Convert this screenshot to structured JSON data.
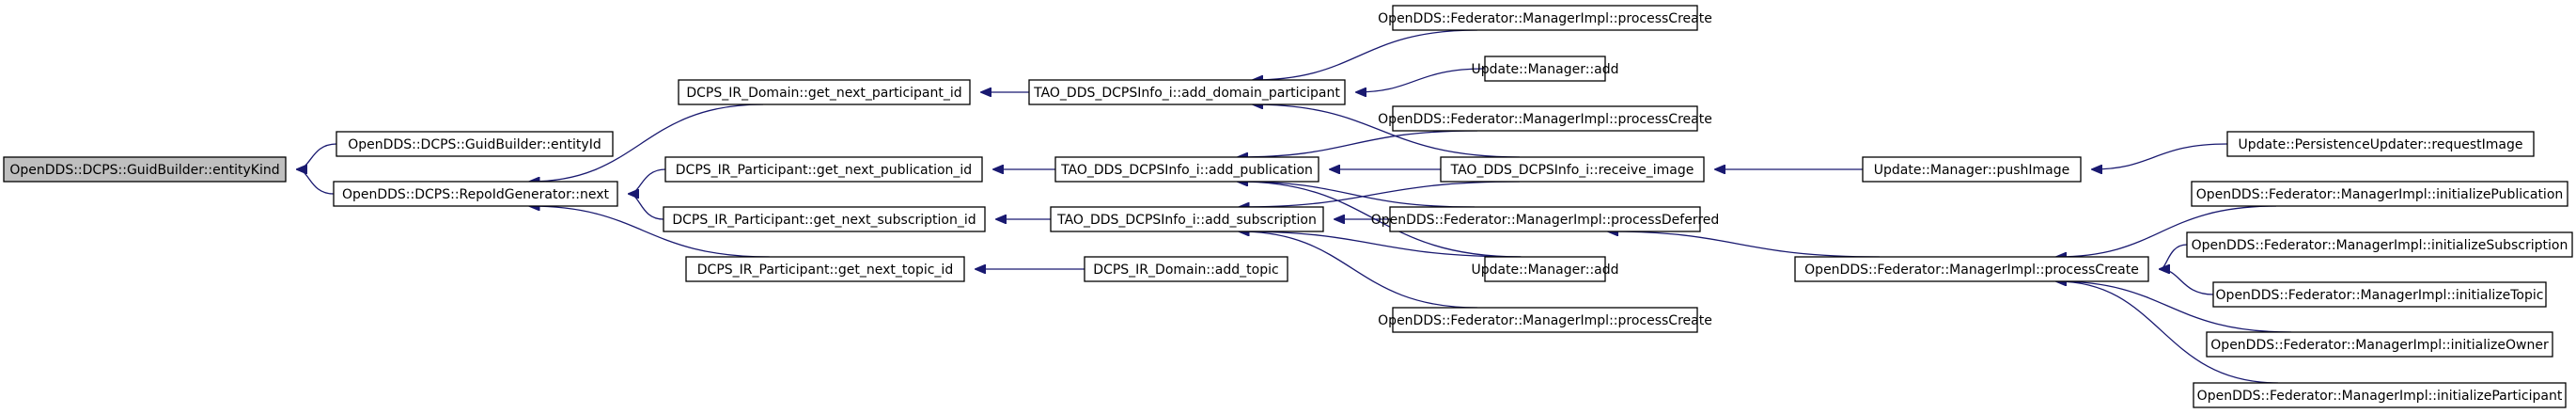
{
  "colors": {
    "edge": "#191970",
    "focus_fill": "#bfbfbf",
    "node_fill": "#ffffff",
    "node_border": "#000000"
  },
  "nodes": [
    {
      "id": "n0",
      "label": "OpenDDS::DCPS::GuidBuilder::entityKind",
      "focus": true
    },
    {
      "id": "n1",
      "label": "OpenDDS::DCPS::GuidBuilder::entityId"
    },
    {
      "id": "n2",
      "label": "OpenDDS::DCPS::RepoIdGenerator::next"
    },
    {
      "id": "n3",
      "label": "DCPS_IR_Domain::get_next_participant_id"
    },
    {
      "id": "n4",
      "label": "DCPS_IR_Participant::get_next_publication_id"
    },
    {
      "id": "n5",
      "label": "DCPS_IR_Participant::get_next_subscription_id"
    },
    {
      "id": "n6",
      "label": "DCPS_IR_Participant::get_next_topic_id"
    },
    {
      "id": "n7",
      "label": "TAO_DDS_DCPSInfo_i::add_domain_participant"
    },
    {
      "id": "n8",
      "label": "TAO_DDS_DCPSInfo_i::add_publication"
    },
    {
      "id": "n9",
      "label": "TAO_DDS_DCPSInfo_i::add_subscription"
    },
    {
      "id": "n10",
      "label": "DCPS_IR_Domain::add_topic"
    },
    {
      "id": "n11",
      "label": "OpenDDS::Federator::ManagerImpl::processCreate"
    },
    {
      "id": "n12",
      "label": "Update::Manager::add"
    },
    {
      "id": "n13",
      "label": "OpenDDS::Federator::ManagerImpl::processCreate"
    },
    {
      "id": "n14",
      "label": "TAO_DDS_DCPSInfo_i::receive_image"
    },
    {
      "id": "n15",
      "label": "OpenDDS::Federator::ManagerImpl::processDeferred"
    },
    {
      "id": "n16",
      "label": "Update::Manager::add"
    },
    {
      "id": "n17",
      "label": "OpenDDS::Federator::ManagerImpl::processCreate"
    },
    {
      "id": "n18",
      "label": "Update::Manager::pushImage"
    },
    {
      "id": "n19",
      "label": "OpenDDS::Federator::ManagerImpl::processCreate"
    },
    {
      "id": "n20",
      "label": "Update::PersistenceUpdater::requestImage"
    },
    {
      "id": "n21",
      "label": "OpenDDS::Federator::ManagerImpl::initializePublication"
    },
    {
      "id": "n22",
      "label": "OpenDDS::Federator::ManagerImpl::initializeSubscription"
    },
    {
      "id": "n23",
      "label": "OpenDDS::Federator::ManagerImpl::initializeTopic"
    },
    {
      "id": "n24",
      "label": "OpenDDS::Federator::ManagerImpl::initializeOwner"
    },
    {
      "id": "n25",
      "label": "OpenDDS::Federator::ManagerImpl::initializeParticipant"
    }
  ],
  "edges": [
    [
      "n0",
      "n1"
    ],
    [
      "n0",
      "n2"
    ],
    [
      "n2",
      "n3"
    ],
    [
      "n2",
      "n4"
    ],
    [
      "n2",
      "n5"
    ],
    [
      "n2",
      "n6"
    ],
    [
      "n3",
      "n7"
    ],
    [
      "n4",
      "n8"
    ],
    [
      "n5",
      "n9"
    ],
    [
      "n6",
      "n10"
    ],
    [
      "n7",
      "n11"
    ],
    [
      "n7",
      "n12"
    ],
    [
      "n7",
      "n14"
    ],
    [
      "n8",
      "n13"
    ],
    [
      "n8",
      "n14"
    ],
    [
      "n8",
      "n15"
    ],
    [
      "n8",
      "n16"
    ],
    [
      "n9",
      "n14"
    ],
    [
      "n9",
      "n15"
    ],
    [
      "n9",
      "n16"
    ],
    [
      "n9",
      "n17"
    ],
    [
      "n14",
      "n18"
    ],
    [
      "n18",
      "n20"
    ],
    [
      "n15",
      "n19"
    ],
    [
      "n19",
      "n21"
    ],
    [
      "n19",
      "n22"
    ],
    [
      "n19",
      "n23"
    ],
    [
      "n19",
      "n24"
    ],
    [
      "n19",
      "n25"
    ]
  ]
}
